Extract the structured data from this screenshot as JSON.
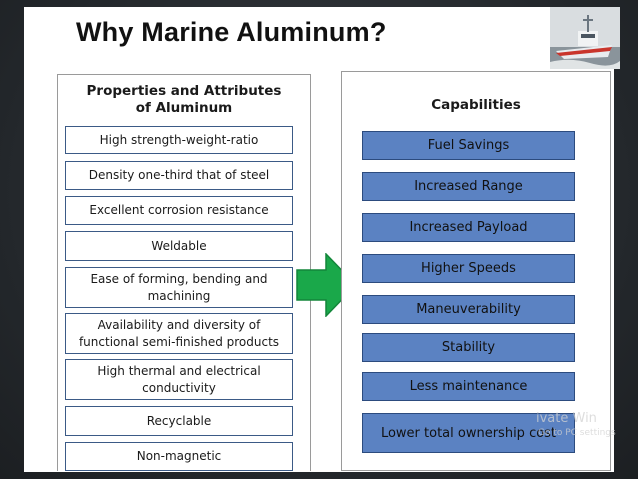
{
  "slide": {
    "title": "Why Marine Aluminum?"
  },
  "left_panel": {
    "heading_line1": "Properties and Attributes",
    "heading_line2": "of Aluminum",
    "items": [
      {
        "line1": "High strength-weight-ratio",
        "line2": ""
      },
      {
        "line1": "Density one-third that of steel",
        "line2": ""
      },
      {
        "line1": "Excellent corrosion resistance",
        "line2": ""
      },
      {
        "line1": "Weldable",
        "line2": ""
      },
      {
        "line1": "Ease of forming, bending and",
        "line2": "machining"
      },
      {
        "line1": "Availability and diversity of",
        "line2": "functional semi-finished products"
      },
      {
        "line1": "High thermal and electrical",
        "line2": "conductivity"
      },
      {
        "line1": "Recyclable",
        "line2": ""
      },
      {
        "line1": "Non-magnetic",
        "line2": ""
      }
    ]
  },
  "right_panel": {
    "heading": "Capabilities",
    "items": [
      "Fuel Savings",
      "Increased Range",
      "Increased Payload",
      "Higher Speeds",
      "Maneuverability",
      "Stability",
      "Less maintenance",
      "Lower total ownership cost"
    ]
  },
  "watermark": {
    "line1": "ivate Win",
    "line2": "Go to PC settings"
  },
  "colors": {
    "capability_fill": "#5b82c2",
    "capability_border": "#2c4b7e",
    "property_border": "#3b5a86",
    "arrow": "#1aa84a"
  },
  "icons": [
    "boat-image",
    "right-arrow-icon"
  ]
}
